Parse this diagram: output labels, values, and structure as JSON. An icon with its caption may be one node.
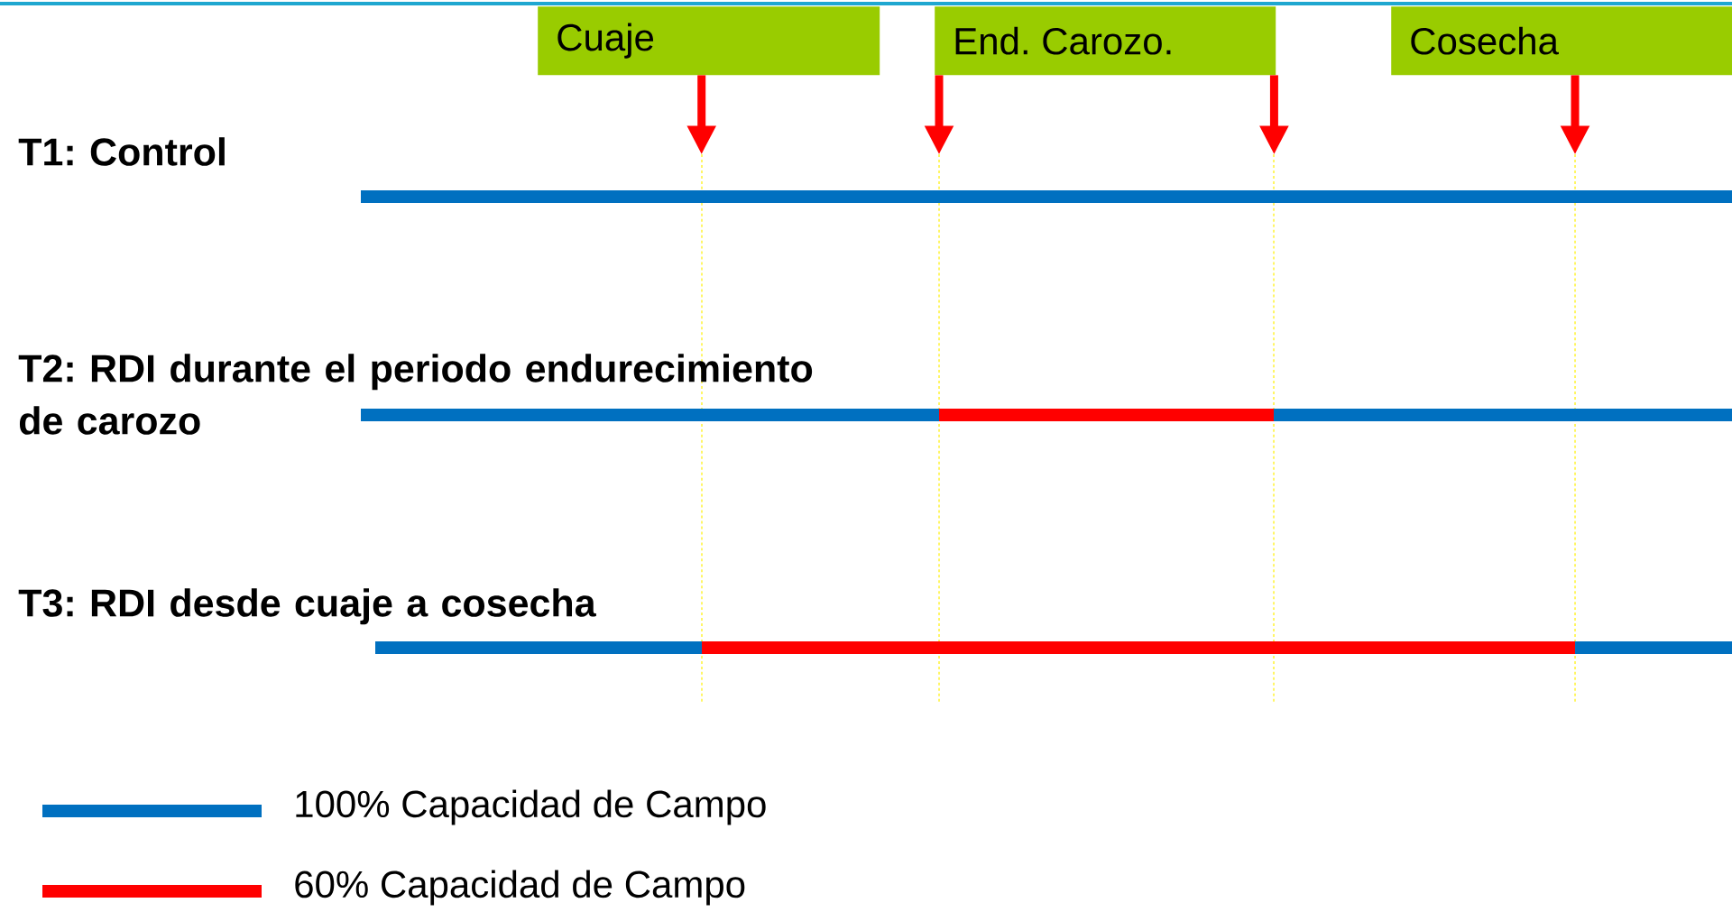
{
  "diagram": {
    "nodes": [
      {
        "text": [
          "Cuaje"
        ]
      },
      {
        "text": [
          "End. Carozo."
        ]
      },
      {
        "text": [
          "Cosecha"
        ]
      }
    ],
    "edges": [
      {
        "from": 0,
        "to": null,
        "arrow": "to"
      },
      {
        "from": 1,
        "to": null,
        "arrow": "to"
      },
      {
        "from": 1,
        "to": null,
        "arrow": "to"
      },
      {
        "from": 2,
        "to": null,
        "arrow": "to"
      }
    ],
    "labels": [
      "T1: Control",
      "T2: RDI durante el periodo endurecimiento de carozo",
      "T3: RDI desde cuaje a cosecha"
    ],
    "legend": [
      {
        "text": "100% Capacidad de Campo",
        "color": "#0070c0"
      },
      {
        "text": "60% Capacidad de Campo",
        "color": "#ff0000"
      }
    ]
  }
}
